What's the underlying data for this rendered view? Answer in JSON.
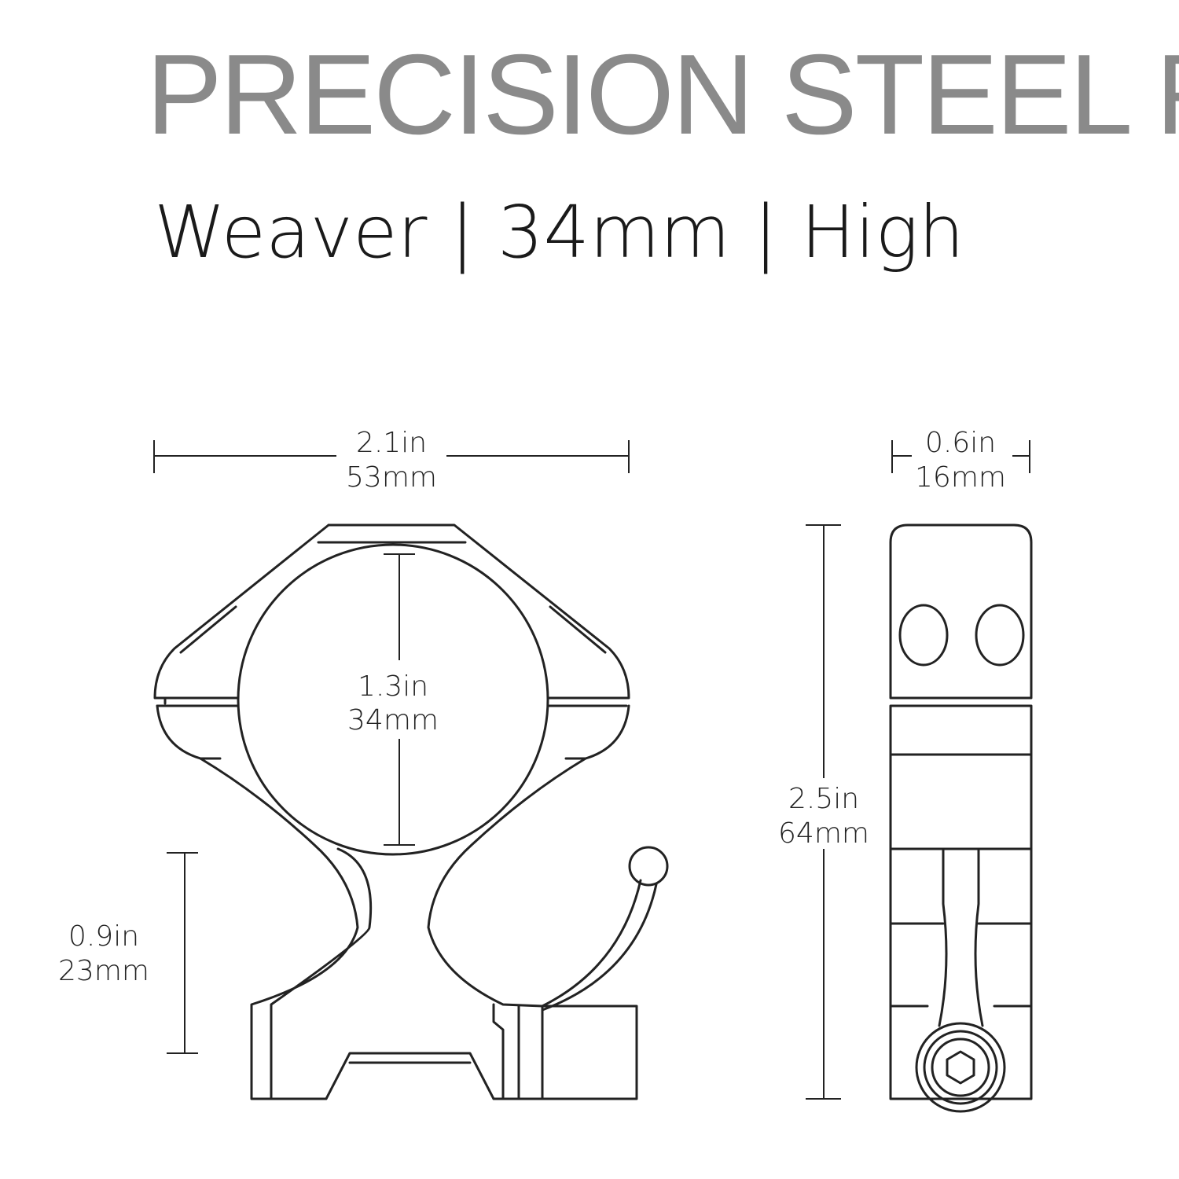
{
  "header": {
    "title": "PRECISION STEEL R",
    "subtitle": "Weaver | 34mm | High"
  },
  "dimensions": {
    "width": {
      "imperial": "2.1in",
      "metric": "53mm"
    },
    "ring_diameter": {
      "imperial": "1.3in",
      "metric": "34mm"
    },
    "center_height": {
      "imperial": "0.9in",
      "metric": "23mm"
    },
    "depth": {
      "imperial": "0.6in",
      "metric": "16mm"
    },
    "total_height": {
      "imperial": "2.5in",
      "metric": "64mm"
    }
  }
}
